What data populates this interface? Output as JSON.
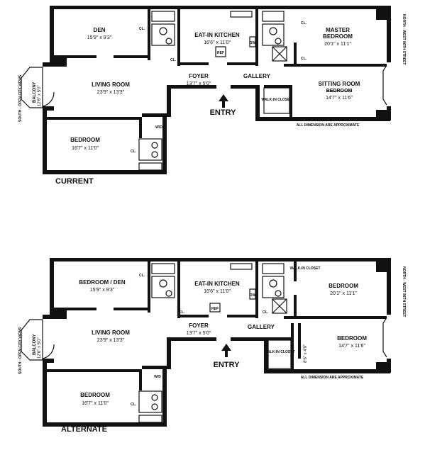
{
  "plans": [
    {
      "caption": "CURRENT",
      "den": {
        "name": "Den",
        "dims": "15'9\" x 9'3\""
      },
      "kitchen": {
        "name": "Eat-In Kitchen",
        "dims": "16'6\" x 11'0\""
      },
      "master": {
        "name": "Master",
        "name2": "Bedroom",
        "dims": "20'1\" x 11'1\""
      },
      "living": {
        "name": "Living Room",
        "dims": "23'9\" x 13'3\""
      },
      "foyer": {
        "name": "Foyer",
        "dims": "13'7\" x 5'0\""
      },
      "gallery": "Gallery",
      "sitting": {
        "name": "Sitting Room",
        "name2": "Bedroom",
        "dims": "14'7\" x 11'6\""
      },
      "bedroom": {
        "name": "Bedroom",
        "dims": "16'7\" x 11'0\""
      },
      "balcony": {
        "name": "Balcony",
        "dims": "12'6\" x 5'0\""
      },
      "entry": "ENTRY",
      "walkin": "Walk-In Closet",
      "note": "All dimension are approximate",
      "ref": "Ref",
      "dw": "DW",
      "wd": "W/D",
      "cl": "CL."
    },
    {
      "caption": "ALTERNATE",
      "den": {
        "name": "Bedroom / Den",
        "dims": "15'9\" x 9'3\""
      },
      "kitchen": {
        "name": "Eat-In Kitchen",
        "dims": "16'6\" x 11'0\""
      },
      "master": {
        "name": "Bedroom",
        "dims": "20'1\" x 11'1\""
      },
      "living": {
        "name": "Living Room",
        "dims": "23'9\" x 13'3\""
      },
      "foyer": {
        "name": "Foyer",
        "dims": "13'7\" x 5'0\""
      },
      "gallery": "Gallery",
      "sitting": {
        "name": "Bedroom",
        "dims": "14'7\" x 11'6\""
      },
      "bedroom": {
        "name": "Bedroom",
        "dims": "16'7\" x 11'0\""
      },
      "balcony": {
        "name": "Balcony",
        "dims": "12'6\" x 5'0\""
      },
      "entry": "ENTRY",
      "walkin": "Walk-In Closet",
      "walkin2": "Walk-In Closet",
      "extra_dims": "8'6\" x 4'9\"",
      "note": "All dimension are approximate",
      "ref": "Ref",
      "dw": "DW",
      "wd": "W/D",
      "cl": "CL."
    }
  ],
  "side_labels": {
    "south": "South - Open City Views",
    "north": "North - West 86th Street"
  }
}
